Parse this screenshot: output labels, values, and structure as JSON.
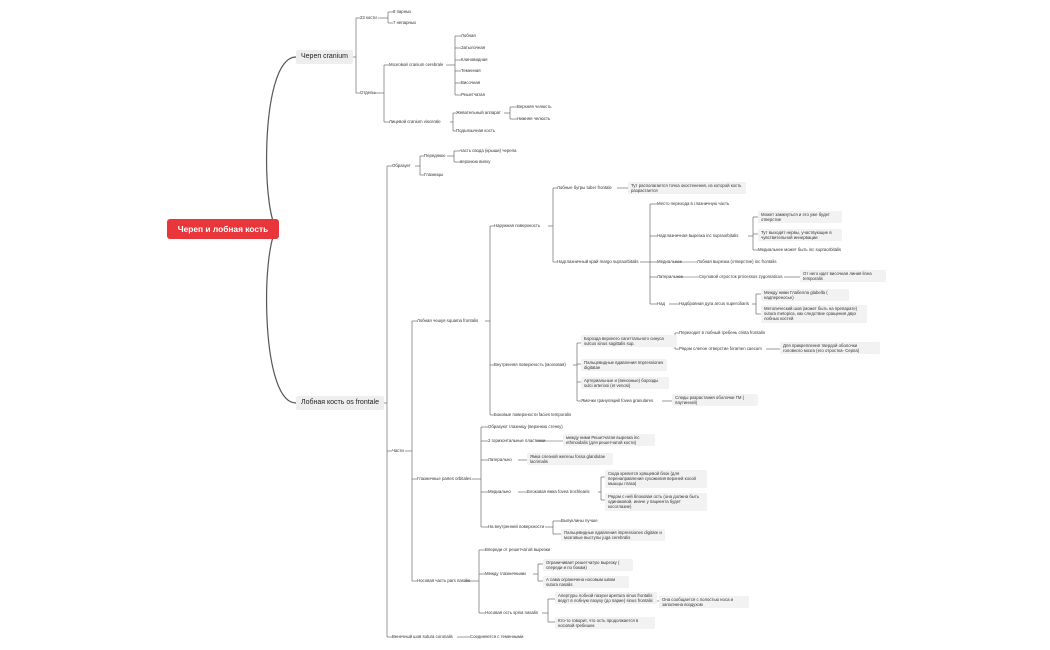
{
  "root": {
    "label": "Череп и лобная кость",
    "color": "#e8363a"
  },
  "cranium": {
    "label": "Череп cranium",
    "bones": {
      "label": "23 кости",
      "paired": "8 парных",
      "unpaired": "7 непарных"
    },
    "parts": {
      "label": "Отделы",
      "brain": {
        "label": "Мозговой cranium cerebrale",
        "bones": [
          "Лобная",
          "Затылочная",
          "Клиновидная",
          "Теменная",
          "Височная",
          "Решетчатая"
        ]
      },
      "face": {
        "label": "Лицевой cranium viscerale",
        "chewing": {
          "label": "Жевательный аппарат",
          "items": [
            "Верхняя челюсть",
            "Нижняя челюсть"
          ]
        },
        "hyoid": "Подъязычная кость"
      }
    }
  },
  "frontal": {
    "label": "Лобная кость os frontale",
    "forms": {
      "label": "Образует",
      "front": {
        "label": "Переднюю",
        "items": [
          "часть свода (крыши) черепа",
          "верхнюю вилку"
        ]
      },
      "orbits": "Глазницы"
    },
    "coronal": {
      "label": "Венечный шов sutura coronalis",
      "note": "Соединяется с теменными"
    },
    "parts": {
      "label": "Части",
      "squama": {
        "label": "Лобная чешуя squama frontalis",
        "outer": {
          "label": "Наружная поверхность",
          "tuber": {
            "label": "Лобные бугры tuber frontale",
            "note": "Тут располагается точка окостенения, из которой кость разрастается"
          },
          "margin": {
            "label": "Надглазничный край margo supraorbitalis",
            "transition": "Место перехода в глазничную часть",
            "notch": {
              "label": "Надглазничная вырезка inc supraorbitalis",
              "items": [
                "Может замкнуться и это уже будет отверстие",
                "Тут выходят нервы, участвующие в чувствительной иннервации",
                "Медиальнее может быть inc supraorbitalis"
              ]
            },
            "medial": {
              "label": "Медиальнее",
              "note": "Лобная вырезка (отверстие) inc frontalis"
            },
            "lateral": {
              "label": "Латеральнее",
              "process": "Скуловой отросток processus zygomaticus",
              "note": "От него идет височная линия linea temporalis"
            },
            "up": {
              "label": "Над",
              "arch": "Надбровная дуга arcus superciliaris",
              "items": [
                "Между ними Глабелла glabella ( надпереносье)",
                "Метопический шов (может быть на препарате) sutura metopica, как следствие сращения двух лобных костей"
              ]
            }
          }
        },
        "inner": {
          "label": "Внутренняя поверхность (мозговая)",
          "groove": {
            "label": "Борозда верхнего сагиттального синуса sulcus sinus sagittalis sup.",
            "crest": "Переходит в лобный гребень crista frontalis",
            "foramen": "Рядом слепое отверстие foramen caecum",
            "foramen_note": "Для прикрепления твердой оболочки головного мозга (его отростка- Серпа)"
          },
          "impressions": "Пальцевидные вдавления Impressiones digitatae",
          "arterial": "Артериальные и (венозные) борозды sulci arteriosi (et venosi)",
          "granular": {
            "label": "Ямочки грануляций fovea granulares",
            "note": "Следы разрастания оболочки ГМ ( паутинной)"
          }
        },
        "temporal": "Боковые поверхности facies temporalis"
      },
      "orbital": {
        "label": "Глазничные partes orbitales",
        "forms": "Образуют глазницу (верхнюю стенку)",
        "plates": {
          "label": "2 горизонтальные пластинки",
          "note": "между ними Решетчатая вырезка inc ethmoidalis (для решетчатой кости)"
        },
        "lateral": {
          "label": "Латерально",
          "note": "Ямка слезной железы fossa glandulae lacrimalis"
        },
        "medial": {
          "label": "Медиально",
          "fovea": "Блоковая ямка fovea trochlearis",
          "items": [
            "Сюда крепится хрящевой блок (для перенаправления сухожилия верхней косой мышцы глаза)",
            "Рядом с ней блоковая ость (она должна быть одинаковой, иначе у пациента будет косоглазие)"
          ]
        },
        "innerside": {
          "label": "На внутренней поверхности",
          "items": [
            "Выпуклины лучше",
            "Пальцевидные вдавления impressiones digitate и мозговые выступы juga cerebralis"
          ]
        }
      },
      "nasal": {
        "label": "Носовая часть pars nasalis",
        "front": "Впереди от решетчатой вырезки",
        "between": {
          "label": "Между глазничными",
          "items": [
            "Ограничивает решетчатую вырезку ( спереди и по бокам)",
            "А сама ограничена носовым швом sutura nasalis"
          ]
        },
        "spine": {
          "label": "Носовая ость spina nasalis",
          "aperture": "Апертуры лобной пазухи apertura sinus frontalis ведут в лобную пазуху (до парие) sinus frontalis",
          "aperture_note": "Она сообщается с полостью носа и заполнена воздухом",
          "continue": "Кто-то говорит, что ость продолжается в носовой гребешек"
        }
      }
    }
  }
}
